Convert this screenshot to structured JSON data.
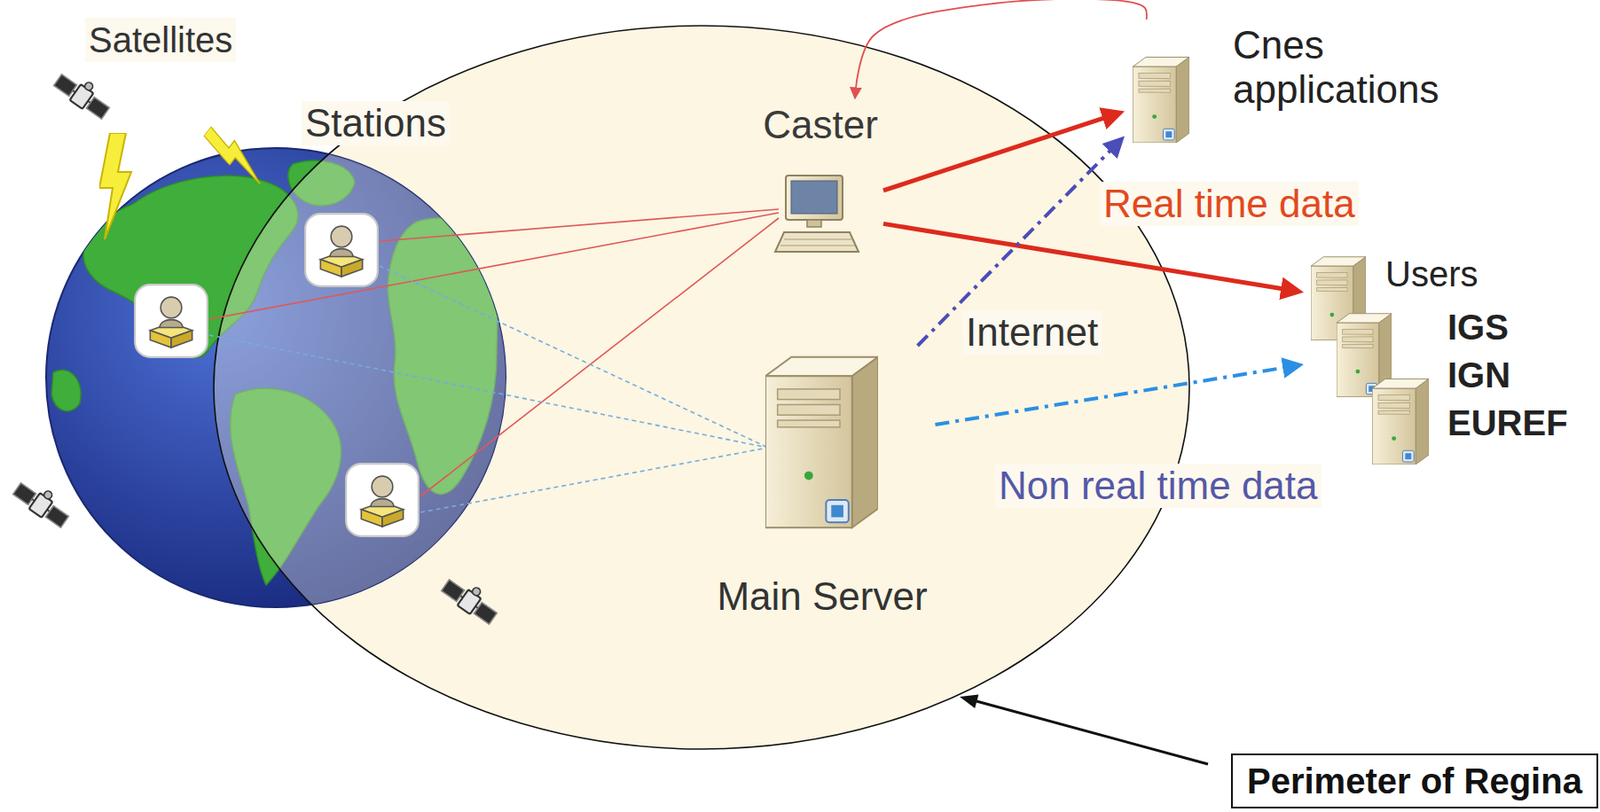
{
  "diagram": {
    "nodes": [
      {
        "text": [
          "Caster"
        ]
      },
      {
        "text": [
          "Main Server"
        ]
      },
      {
        "text": [
          "Cnes applications"
        ]
      },
      {
        "text": [
          "Users",
          "IGS",
          "IGN",
          "EUREF"
        ]
      },
      {
        "text": [
          "Perimeter of Regina"
        ]
      }
    ],
    "edges": [
      {
        "from": 0,
        "to": 2,
        "arrow": "to",
        "label": "Real time data"
      },
      {
        "from": 0,
        "to": 3,
        "arrow": "to"
      },
      {
        "from": 1,
        "to": 2,
        "arrow": "to"
      },
      {
        "from": 1,
        "to": 3,
        "arrow": "to",
        "label": "Non real time data"
      },
      {
        "from": 2,
        "to": 0,
        "arrow": "to"
      }
    ],
    "labels": [
      "Satellites",
      "Stations",
      "Internet"
    ]
  }
}
